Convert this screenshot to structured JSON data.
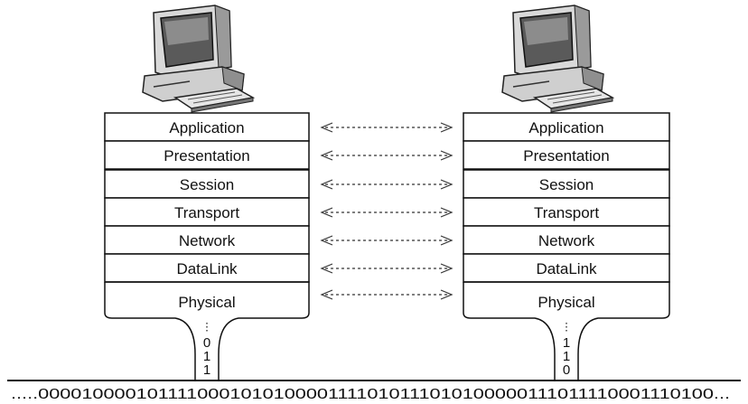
{
  "layers": [
    "Application",
    "Presentation",
    "Session",
    "Transport",
    "Network",
    "DataLink",
    "Physical"
  ],
  "bitstream": ".....0000100001011110001010100001111010111010100000111011110001110100...",
  "left_host": {
    "vertical_bits": [
      "0",
      "1",
      "1"
    ]
  },
  "right_host": {
    "vertical_bits": [
      "1",
      "1",
      "0"
    ]
  },
  "icons": {
    "computer": "desktop-computer-icon",
    "arrow": "dashed-double-arrow-icon"
  }
}
